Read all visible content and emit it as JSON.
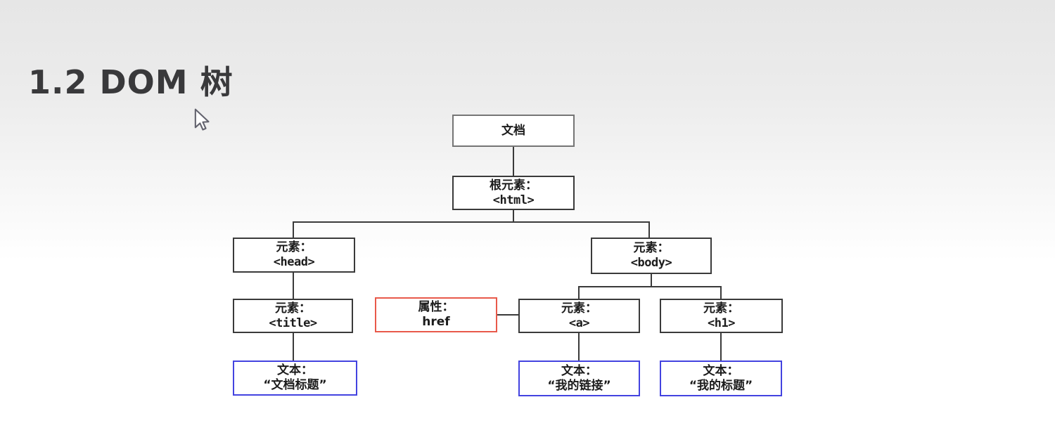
{
  "page_title": "1.2 DOM 树",
  "colors": {
    "element_border": "#3a3a3a",
    "document_border": "#757575",
    "attribute_border": "#e8594a",
    "text_node_border": "#4343e0",
    "connector": "#3a3a3a",
    "title_text": "#39393b",
    "background_top": "#e6e6e6",
    "background_bottom": "#ffffff"
  },
  "nodes": {
    "document": {
      "line1": "文档"
    },
    "html": {
      "line1": "根元素：",
      "line2": "<html>"
    },
    "head": {
      "line1": "元素：",
      "line2": "<head>"
    },
    "body_el": {
      "line1": "元素：",
      "line2": "<body>"
    },
    "title_el": {
      "line1": "元素：",
      "line2": "<title>"
    },
    "attr_href": {
      "line1": "属性：",
      "line2": "href"
    },
    "a_el": {
      "line1": "元素：",
      "line2": "<a>"
    },
    "h1_el": {
      "line1": "元素：",
      "line2": "<h1>"
    },
    "text_doc_title": {
      "line1": "文本：",
      "line2": "“文档标题”"
    },
    "text_my_link": {
      "line1": "文本：",
      "line2": "“我的链接”"
    },
    "text_my_title": {
      "line1": "文本：",
      "line2": "“我的标题”"
    }
  }
}
